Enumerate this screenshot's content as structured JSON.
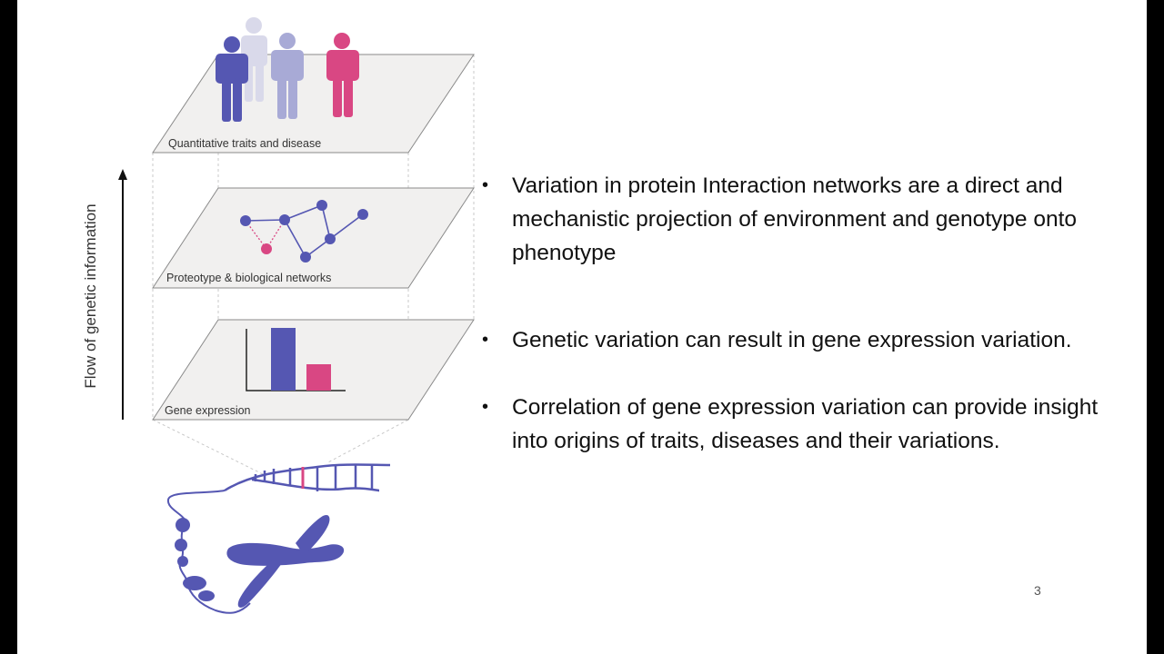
{
  "diagram": {
    "flow_label": "Flow of genetic information",
    "layers": [
      {
        "label": "Quantitative traits and disease"
      },
      {
        "label": "Proteotype & biological networks"
      },
      {
        "label": "Gene expression"
      }
    ]
  },
  "bullets": [
    "Variation in protein Interaction networks are a direct and mechanistic projection of environment and genotype onto phenotype",
    "Genetic variation can result in gene expression variation.",
    "Correlation of gene expression variation can provide insight into origins of traits, diseases and their variations."
  ],
  "page_number": "3",
  "colors": {
    "blue": "#5557b2",
    "pink": "#d94783",
    "light_blue": "#a8aad6",
    "pale_blue": "#d9d9ea",
    "plane_fill": "#f1f0ef",
    "plane_stroke": "#8a8a8a"
  }
}
